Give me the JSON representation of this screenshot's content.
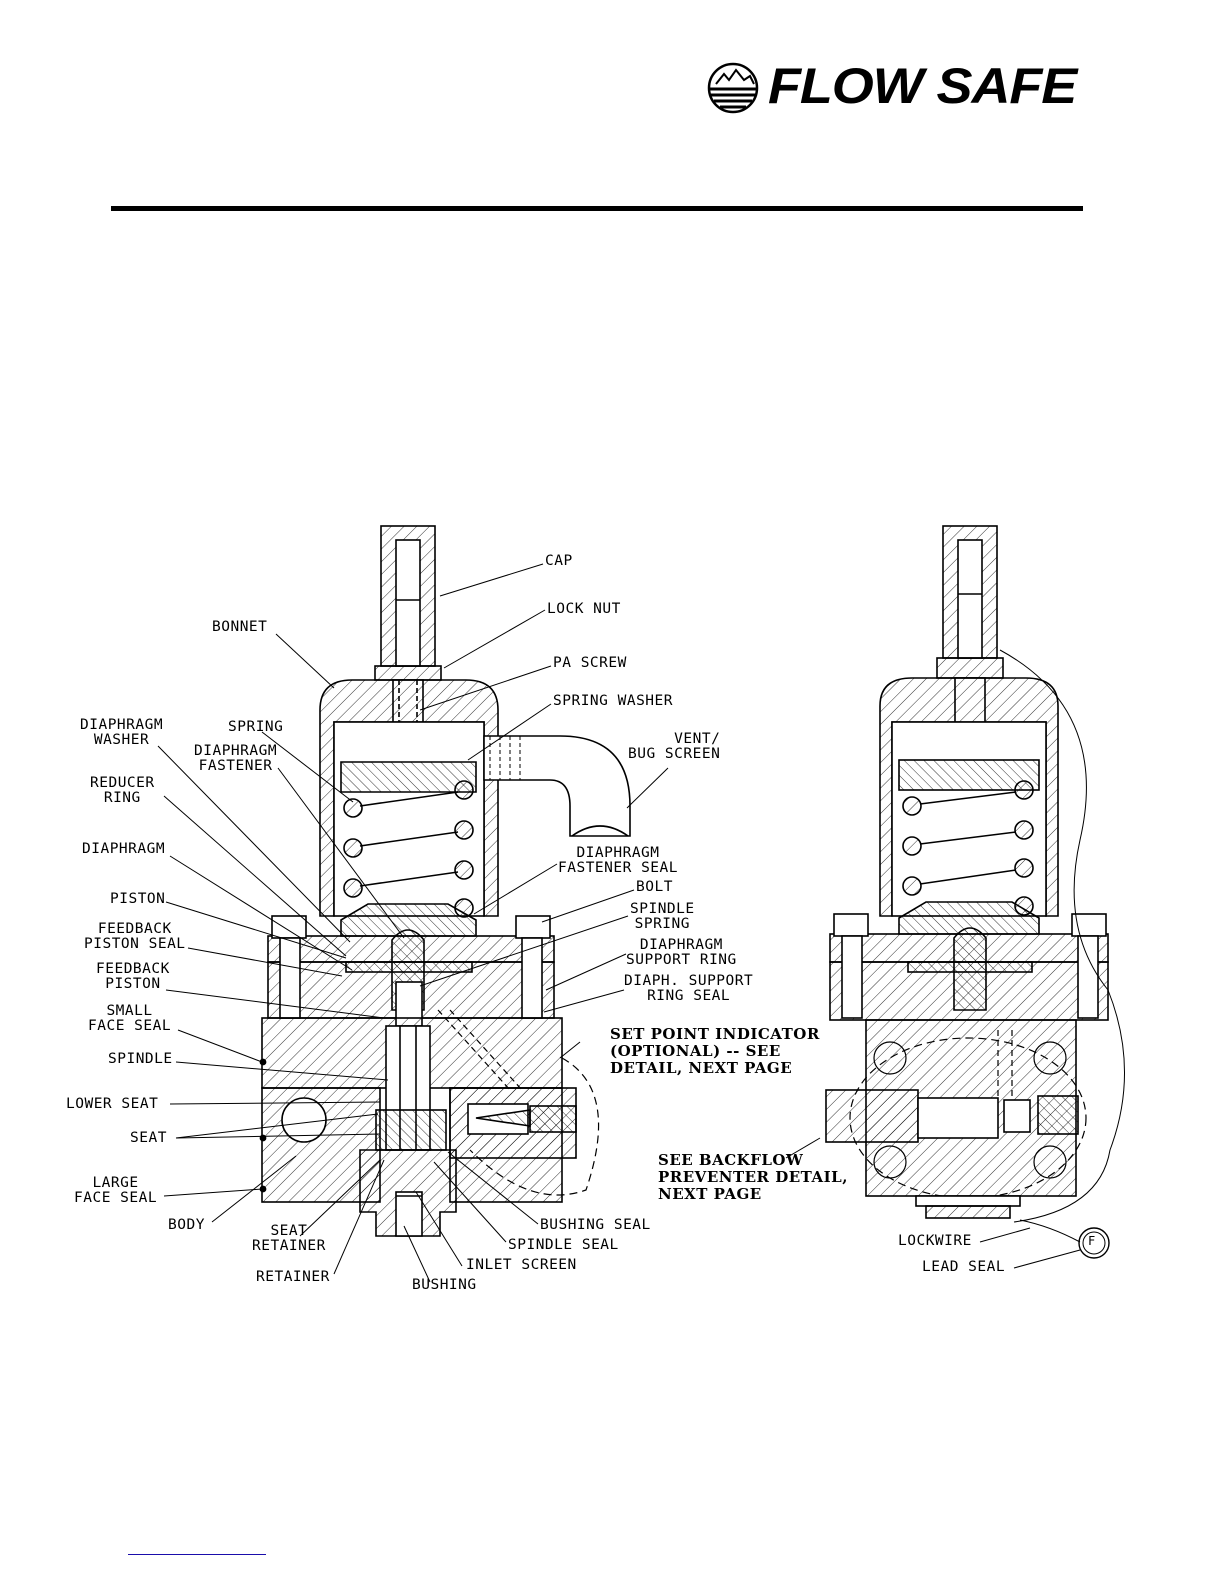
{
  "brand": {
    "name": "FLOW SAFE",
    "logo_icon": "globe-mountains-logo"
  },
  "figure": {
    "labels": {
      "cap": "CAP",
      "lock_nut": "LOCK NUT",
      "bonnet": "BONNET",
      "pa_screw": "PA SCREW",
      "spring_washer": "SPRING WASHER",
      "diaphragm_washer": "DIAPHRAGM\nWASHER",
      "spring": "SPRING",
      "diaphragm_fastener": "DIAPHRAGM\nFASTENER",
      "vent_bug_screen": "VENT/\nBUG SCREEN",
      "reducer_ring": "REDUCER\nRING",
      "diaphragm": "DIAPHRAGM",
      "diaphragm_fastener_seal": "DIAPHRAGM\nFASTENER SEAL",
      "bolt": "BOLT",
      "piston": "PISTON",
      "spindle_spring": "SPINDLE\nSPRING",
      "feedback_piston_seal": "FEEDBACK\nPISTON SEAL",
      "diaphragm_support_ring": "DIAPHRAGM\nSUPPORT RING",
      "feedback_piston": "FEEDBACK\nPISTON",
      "diaph_support_ring_seal": "DIAPH. SUPPORT\nRING SEAL",
      "small_face_seal": "SMALL\nFACE SEAL",
      "spindle": "SPINDLE",
      "lower_seat": "LOWER SEAT",
      "seat": "SEAT",
      "large_face_seal": "LARGE\nFACE SEAL",
      "body": "BODY",
      "seat_retainer": "SEAT\nRETAINER",
      "retainer": "RETAINER",
      "bushing": "BUSHING",
      "inlet_screen": "INLET SCREEN",
      "spindle_seal": "SPINDLE SEAL",
      "bushing_seal": "BUSHING SEAL",
      "lockwire": "LOCKWIRE",
      "lead_seal": "LEAD SEAL",
      "lead_seal_mark": "F"
    },
    "notes": {
      "set_point": "SET POINT INDICATOR\n(OPTIONAL) -- SEE\nDETAIL, NEXT PAGE",
      "backflow": "SEE BACKFLOW\nPREVENTER DETAIL,\nNEXT PAGE"
    }
  }
}
